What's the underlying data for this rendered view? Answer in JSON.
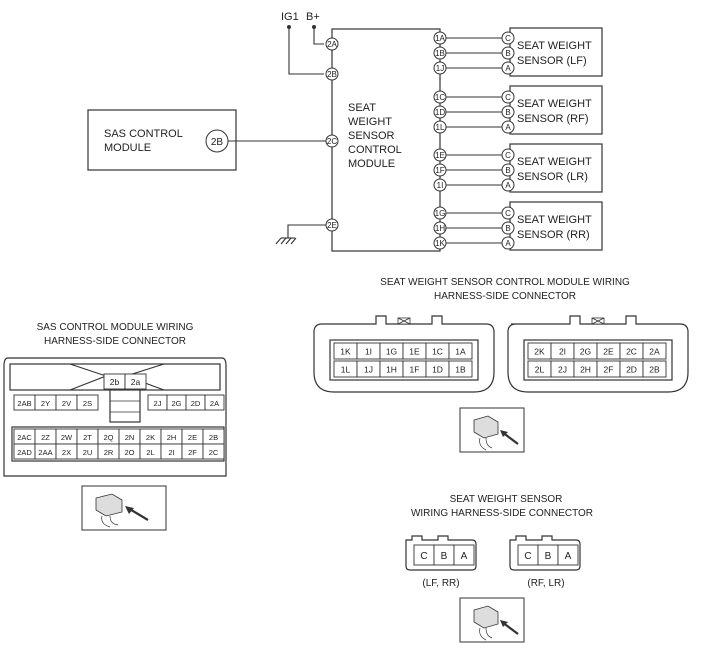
{
  "power_labels": {
    "ig1": "IG1",
    "bplus": "B+"
  },
  "scm_name": [
    "SEAT",
    "WEIGHT",
    "SENSOR",
    "CONTROL",
    "MODULE"
  ],
  "scm_left_pins": [
    "2A",
    "2B",
    "2C",
    "2E"
  ],
  "sas_module": {
    "name": [
      "SAS CONTROL",
      "MODULE"
    ],
    "pin": "2B"
  },
  "sensors": [
    {
      "name": [
        "SEAT WEIGHT",
        "SENSOR (LF)"
      ],
      "module_pins": [
        "1A",
        "1B",
        "1J"
      ],
      "sensor_pins": [
        "C",
        "B",
        "A"
      ]
    },
    {
      "name": [
        "SEAT WEIGHT",
        "SENSOR (RF)"
      ],
      "module_pins": [
        "1C",
        "1D",
        "1L"
      ],
      "sensor_pins": [
        "C",
        "B",
        "A"
      ]
    },
    {
      "name": [
        "SEAT WEIGHT",
        "SENSOR (LR)"
      ],
      "module_pins": [
        "1E",
        "1F",
        "1I"
      ],
      "sensor_pins": [
        "C",
        "B",
        "A"
      ]
    },
    {
      "name": [
        "SEAT WEIGHT",
        "SENSOR (RR)"
      ],
      "module_pins": [
        "1G",
        "1H",
        "1K"
      ],
      "sensor_pins": [
        "C",
        "B",
        "A"
      ]
    }
  ],
  "sws_connector_title": [
    "SEAT WEIGHT SENSOR  CONTROL MODULE WIRING",
    "HARNESS-SIDE CONNECTOR"
  ],
  "sws_connector_1": [
    [
      "1K",
      "1I",
      "1G",
      "1E",
      "1C",
      "1A"
    ],
    [
      "1L",
      "1J",
      "1H",
      "1F",
      "1D",
      "1B"
    ]
  ],
  "sws_connector_2": [
    [
      "2K",
      "2I",
      "2G",
      "2E",
      "2C",
      "2A"
    ],
    [
      "2L",
      "2J",
      "2H",
      "2F",
      "2D",
      "2B"
    ]
  ],
  "sas_connector": {
    "title": [
      "SAS CONTROL MODULE WIRING",
      "HARNESS-SIDE CONNECTOR"
    ],
    "top_pins": [
      "2b",
      "2a"
    ],
    "row1_left": [
      "2AB",
      "2Y",
      "2V",
      "2S"
    ],
    "row1_right": [
      "2J",
      "2G",
      "2D",
      "2A"
    ],
    "row2": [
      "2AC",
      "2Z",
      "2W",
      "2T",
      "2Q",
      "2N",
      "2K",
      "2H",
      "2E",
      "2B"
    ],
    "row3": [
      "2AD",
      "2AA",
      "2X",
      "2U",
      "2R",
      "2O",
      "2L",
      "2I",
      "2F",
      "2C"
    ]
  },
  "sensor_connector": {
    "title": [
      "SEAT WEIGHT SENSOR",
      "WIRING HARNESS-SIDE CONNECTOR"
    ],
    "pins": [
      "C",
      "B",
      "A"
    ],
    "captions": [
      "(LF, RR)",
      "(RF, LR)"
    ]
  }
}
